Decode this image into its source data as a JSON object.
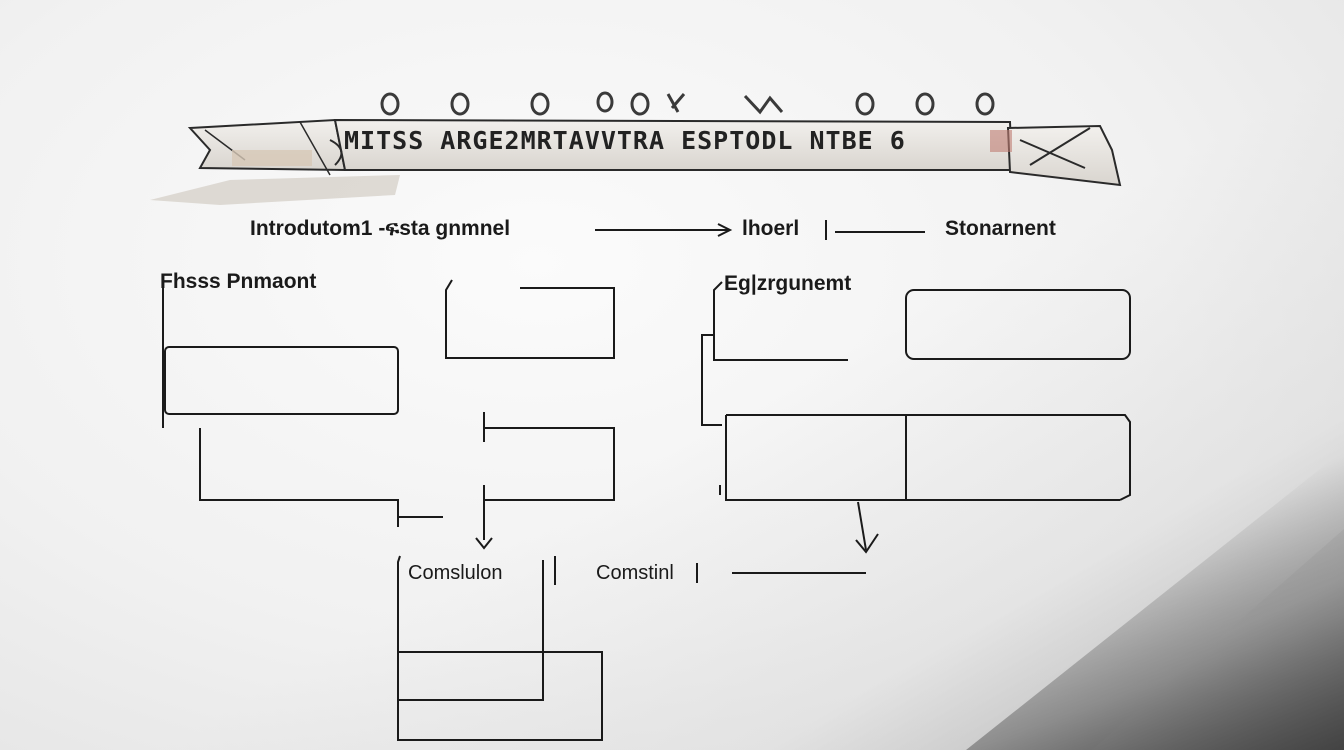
{
  "banner": {
    "title": "MITSS ARGE2MRTAVVTRA ESPTODL NTBE 6"
  },
  "labels": {
    "introduction": "Introdutom1 -ፍsta gnmnel",
    "middle_top": "lhoerl",
    "right_top": "Stonarnent",
    "left_section": "Fhsss Pnmaont",
    "right_section": "Eg|zrgunemt",
    "conclusion": "Comslulon",
    "consting": "Comstinl"
  },
  "colors": {
    "ink": "#1a1a1a",
    "paper": "#f4f4f4",
    "ribbon": "#e6e3df"
  }
}
